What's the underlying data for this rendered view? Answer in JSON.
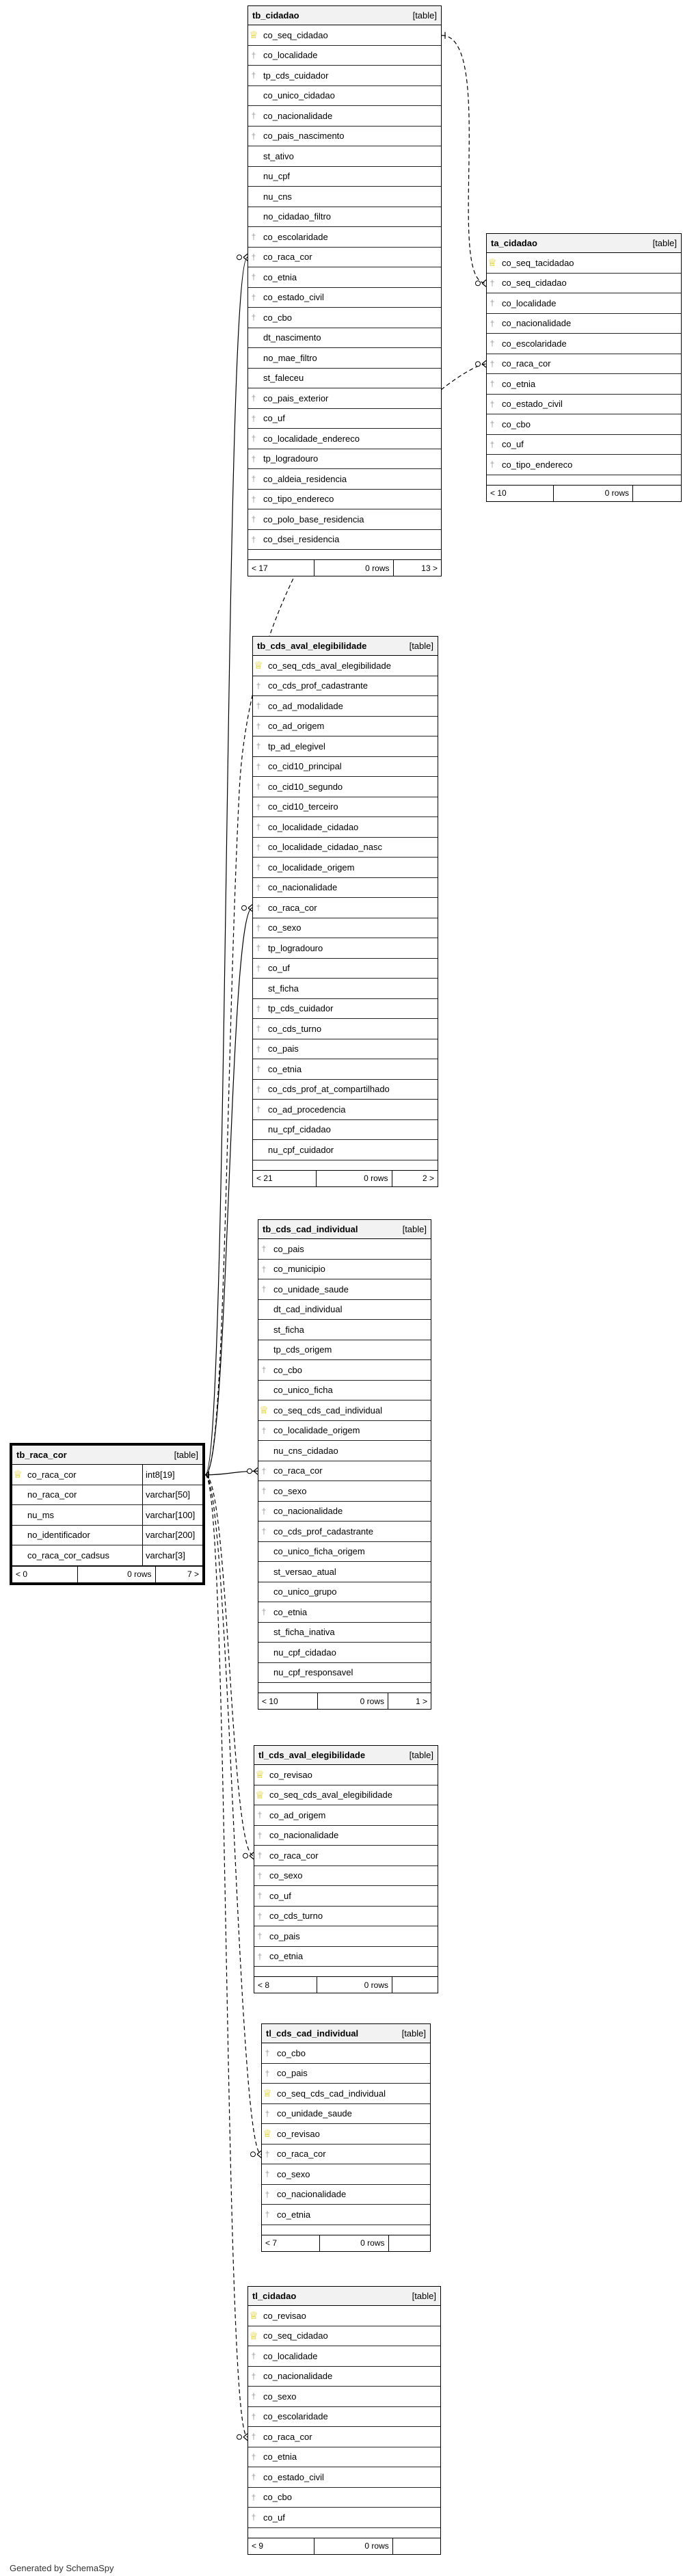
{
  "footer_text": "Generated by SchemaSpy",
  "tables": [
    {
      "id": "tb_cidadao",
      "name": "tb_cidadao",
      "tag": "[table]",
      "columns": [
        {
          "name": "co_seq_cidadao",
          "key": "pk"
        },
        {
          "name": "co_localidade",
          "key": "fk"
        },
        {
          "name": "tp_cds_cuidador",
          "key": "fk"
        },
        {
          "name": "co_unico_cidadao",
          "key": ""
        },
        {
          "name": "co_nacionalidade",
          "key": "fk"
        },
        {
          "name": "co_pais_nascimento",
          "key": "fk"
        },
        {
          "name": "st_ativo",
          "key": ""
        },
        {
          "name": "nu_cpf",
          "key": ""
        },
        {
          "name": "nu_cns",
          "key": ""
        },
        {
          "name": "no_cidadao_filtro",
          "key": ""
        },
        {
          "name": "co_escolaridade",
          "key": "fk"
        },
        {
          "name": "co_raca_cor",
          "key": "fk"
        },
        {
          "name": "co_etnia",
          "key": "fk"
        },
        {
          "name": "co_estado_civil",
          "key": "fk"
        },
        {
          "name": "co_cbo",
          "key": "fk"
        },
        {
          "name": "dt_nascimento",
          "key": ""
        },
        {
          "name": "no_mae_filtro",
          "key": ""
        },
        {
          "name": "st_faleceu",
          "key": ""
        },
        {
          "name": "co_pais_exterior",
          "key": "fk"
        },
        {
          "name": "co_uf",
          "key": "fk"
        },
        {
          "name": "co_localidade_endereco",
          "key": "fk"
        },
        {
          "name": "tp_logradouro",
          "key": "fk"
        },
        {
          "name": "co_aldeia_residencia",
          "key": "fk"
        },
        {
          "name": "co_tipo_endereco",
          "key": "fk"
        },
        {
          "name": "co_polo_base_residencia",
          "key": "fk"
        },
        {
          "name": "co_dsei_residencia",
          "key": "fk"
        }
      ],
      "footer": [
        "< 17",
        "0 rows",
        "13 >"
      ]
    },
    {
      "id": "ta_cidadao",
      "name": "ta_cidadao",
      "tag": "[table]",
      "columns": [
        {
          "name": "co_seq_tacidadao",
          "key": "pk"
        },
        {
          "name": "co_seq_cidadao",
          "key": "fk"
        },
        {
          "name": "co_localidade",
          "key": "fk"
        },
        {
          "name": "co_nacionalidade",
          "key": "fk"
        },
        {
          "name": "co_escolaridade",
          "key": "fk"
        },
        {
          "name": "co_raca_cor",
          "key": "fk"
        },
        {
          "name": "co_etnia",
          "key": "fk"
        },
        {
          "name": "co_estado_civil",
          "key": "fk"
        },
        {
          "name": "co_cbo",
          "key": "fk"
        },
        {
          "name": "co_uf",
          "key": "fk"
        },
        {
          "name": "co_tipo_endereco",
          "key": "fk"
        }
      ],
      "footer": [
        "< 10",
        "0 rows",
        ""
      ]
    },
    {
      "id": "tb_cds_aval_elegibilidade",
      "name": "tb_cds_aval_elegibilidade",
      "tag": "[table]",
      "columns": [
        {
          "name": "co_seq_cds_aval_elegibilidade",
          "key": "pk"
        },
        {
          "name": "co_cds_prof_cadastrante",
          "key": "fk"
        },
        {
          "name": "co_ad_modalidade",
          "key": "fk"
        },
        {
          "name": "co_ad_origem",
          "key": "fk"
        },
        {
          "name": "tp_ad_elegivel",
          "key": "fk"
        },
        {
          "name": "co_cid10_principal",
          "key": "fk"
        },
        {
          "name": "co_cid10_segundo",
          "key": "fk"
        },
        {
          "name": "co_cid10_terceiro",
          "key": "fk"
        },
        {
          "name": "co_localidade_cidadao",
          "key": "fk"
        },
        {
          "name": "co_localidade_cidadao_nasc",
          "key": "fk"
        },
        {
          "name": "co_localidade_origem",
          "key": "fk"
        },
        {
          "name": "co_nacionalidade",
          "key": "fk"
        },
        {
          "name": "co_raca_cor",
          "key": "fk"
        },
        {
          "name": "co_sexo",
          "key": "fk"
        },
        {
          "name": "tp_logradouro",
          "key": "fk"
        },
        {
          "name": "co_uf",
          "key": "fk"
        },
        {
          "name": "st_ficha",
          "key": ""
        },
        {
          "name": "tp_cds_cuidador",
          "key": "fk"
        },
        {
          "name": "co_cds_turno",
          "key": "fk"
        },
        {
          "name": "co_pais",
          "key": "fk"
        },
        {
          "name": "co_etnia",
          "key": "fk"
        },
        {
          "name": "co_cds_prof_at_compartilhado",
          "key": "fk"
        },
        {
          "name": "co_ad_procedencia",
          "key": "fk"
        },
        {
          "name": "nu_cpf_cidadao",
          "key": ""
        },
        {
          "name": "nu_cpf_cuidador",
          "key": ""
        }
      ],
      "footer": [
        "< 21",
        "0 rows",
        "2 >"
      ]
    },
    {
      "id": "tb_cds_cad_individual",
      "name": "tb_cds_cad_individual",
      "tag": "[table]",
      "columns": [
        {
          "name": "co_pais",
          "key": "fk"
        },
        {
          "name": "co_municipio",
          "key": "fk"
        },
        {
          "name": "co_unidade_saude",
          "key": "fk"
        },
        {
          "name": "dt_cad_individual",
          "key": ""
        },
        {
          "name": "st_ficha",
          "key": ""
        },
        {
          "name": "tp_cds_origem",
          "key": ""
        },
        {
          "name": "co_cbo",
          "key": "fk"
        },
        {
          "name": "co_unico_ficha",
          "key": ""
        },
        {
          "name": "co_seq_cds_cad_individual",
          "key": "pk"
        },
        {
          "name": "co_localidade_origem",
          "key": "fk"
        },
        {
          "name": "nu_cns_cidadao",
          "key": ""
        },
        {
          "name": "co_raca_cor",
          "key": "fk"
        },
        {
          "name": "co_sexo",
          "key": "fk"
        },
        {
          "name": "co_nacionalidade",
          "key": "fk"
        },
        {
          "name": "co_cds_prof_cadastrante",
          "key": "fk"
        },
        {
          "name": "co_unico_ficha_origem",
          "key": ""
        },
        {
          "name": "st_versao_atual",
          "key": ""
        },
        {
          "name": "co_unico_grupo",
          "key": ""
        },
        {
          "name": "co_etnia",
          "key": "fk"
        },
        {
          "name": "st_ficha_inativa",
          "key": ""
        },
        {
          "name": "nu_cpf_cidadao",
          "key": ""
        },
        {
          "name": "nu_cpf_responsavel",
          "key": ""
        }
      ],
      "footer": [
        "< 10",
        "0 rows",
        "1 >"
      ]
    },
    {
      "id": "tl_cds_aval_elegibilidade",
      "name": "tl_cds_aval_elegibilidade",
      "tag": "[table]",
      "columns": [
        {
          "name": "co_revisao",
          "key": "pk"
        },
        {
          "name": "co_seq_cds_aval_elegibilidade",
          "key": "pk"
        },
        {
          "name": "co_ad_origem",
          "key": "fk"
        },
        {
          "name": "co_nacionalidade",
          "key": "fk"
        },
        {
          "name": "co_raca_cor",
          "key": "fk"
        },
        {
          "name": "co_sexo",
          "key": "fk"
        },
        {
          "name": "co_uf",
          "key": "fk"
        },
        {
          "name": "co_cds_turno",
          "key": "fk"
        },
        {
          "name": "co_pais",
          "key": "fk"
        },
        {
          "name": "co_etnia",
          "key": "fk"
        }
      ],
      "footer": [
        "< 8",
        "0 rows",
        ""
      ]
    },
    {
      "id": "tl_cds_cad_individual",
      "name": "tl_cds_cad_individual",
      "tag": "[table]",
      "columns": [
        {
          "name": "co_cbo",
          "key": "fk"
        },
        {
          "name": "co_pais",
          "key": "fk"
        },
        {
          "name": "co_seq_cds_cad_individual",
          "key": "pk"
        },
        {
          "name": "co_unidade_saude",
          "key": "fk"
        },
        {
          "name": "co_revisao",
          "key": "pk"
        },
        {
          "name": "co_raca_cor",
          "key": "fk"
        },
        {
          "name": "co_sexo",
          "key": "fk"
        },
        {
          "name": "co_nacionalidade",
          "key": "fk"
        },
        {
          "name": "co_etnia",
          "key": "fk"
        }
      ],
      "footer": [
        "< 7",
        "0 rows",
        ""
      ]
    },
    {
      "id": "tl_cidadao",
      "name": "tl_cidadao",
      "tag": "[table]",
      "columns": [
        {
          "name": "co_revisao",
          "key": "pk"
        },
        {
          "name": "co_seq_cidadao",
          "key": "pk"
        },
        {
          "name": "co_localidade",
          "key": "fk"
        },
        {
          "name": "co_nacionalidade",
          "key": "fk"
        },
        {
          "name": "co_sexo",
          "key": "fk"
        },
        {
          "name": "co_escolaridade",
          "key": "fk"
        },
        {
          "name": "co_raca_cor",
          "key": "fk"
        },
        {
          "name": "co_etnia",
          "key": "fk"
        },
        {
          "name": "co_estado_civil",
          "key": "fk"
        },
        {
          "name": "co_cbo",
          "key": "fk"
        },
        {
          "name": "co_uf",
          "key": "fk"
        }
      ],
      "footer": [
        "< 9",
        "0 rows",
        ""
      ]
    },
    {
      "id": "tb_raca_cor",
      "name": "tb_raca_cor",
      "tag": "[table]",
      "columns": [
        {
          "name": "co_raca_cor",
          "key": "pk",
          "type": "int8[19]"
        },
        {
          "name": "no_raca_cor",
          "key": "",
          "type": "varchar[50]"
        },
        {
          "name": "nu_ms",
          "key": "",
          "type": "varchar[100]"
        },
        {
          "name": "no_identificador",
          "key": "",
          "type": "varchar[200]"
        },
        {
          "name": "co_raca_cor_cadsus",
          "key": "",
          "type": "varchar[3]"
        }
      ],
      "footer": [
        "< 0",
        "0 rows",
        "7 >"
      ]
    }
  ],
  "relationships": [
    {
      "from": "tb_cidadao.co_raca_cor",
      "to": "tb_raca_cor.co_raca_cor",
      "style": "solid"
    },
    {
      "from": "tb_cds_aval_elegibilidade.co_raca_cor",
      "to": "tb_raca_cor.co_raca_cor",
      "style": "solid"
    },
    {
      "from": "tb_cds_cad_individual.co_raca_cor",
      "to": "tb_raca_cor.co_raca_cor",
      "style": "solid"
    },
    {
      "from": "ta_cidadao.co_raca_cor",
      "to": "tb_raca_cor.co_raca_cor",
      "style": "dashed"
    },
    {
      "from": "tl_cds_aval_elegibilidade.co_raca_cor",
      "to": "tb_raca_cor.co_raca_cor",
      "style": "dashed"
    },
    {
      "from": "tl_cds_cad_individual.co_raca_cor",
      "to": "tb_raca_cor.co_raca_cor",
      "style": "dashed"
    },
    {
      "from": "tl_cidadao.co_raca_cor",
      "to": "tb_raca_cor.co_raca_cor",
      "style": "dashed"
    },
    {
      "from": "ta_cidadao.co_seq_cidadao",
      "to": "tb_cidadao.co_seq_cidadao",
      "style": "dashed"
    }
  ]
}
